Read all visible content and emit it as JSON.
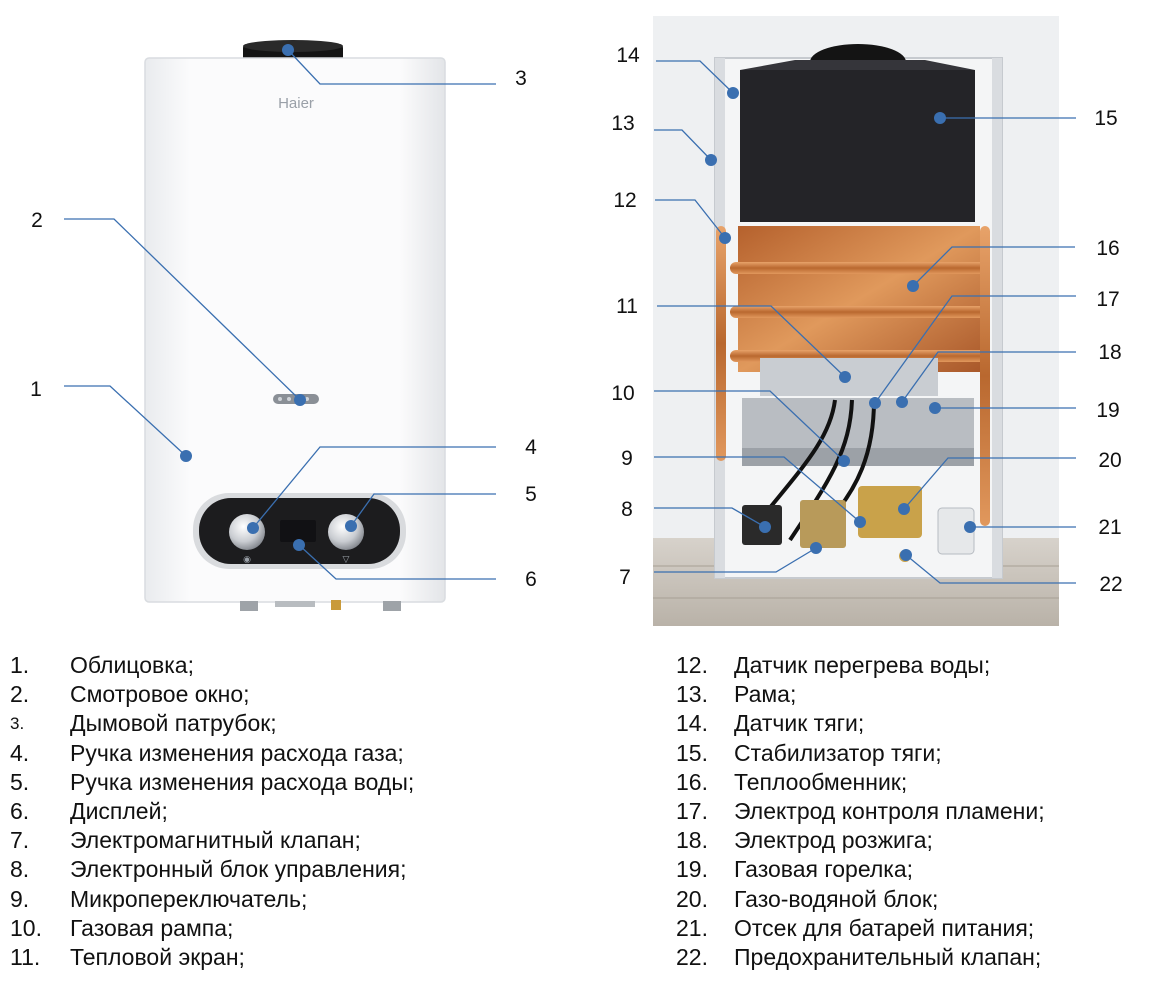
{
  "brand_label": "Haier",
  "callouts": [
    "1",
    "2",
    "3",
    "4",
    "5",
    "6",
    "7",
    "8",
    "9",
    "10",
    "11",
    "12",
    "13",
    "14",
    "15",
    "16",
    "17",
    "18",
    "19",
    "20",
    "21",
    "22"
  ],
  "legend": [
    {
      "num": "1.",
      "text": "Облицовка;"
    },
    {
      "num": "2.",
      "text": "Смотровое окно;"
    },
    {
      "num": "3.",
      "text": "Дымовой патрубок;"
    },
    {
      "num": "4.",
      "text": "Ручка изменения расхода газа;"
    },
    {
      "num": "5.",
      "text": "Ручка изменения расхода воды;"
    },
    {
      "num": "6.",
      "text": "Дисплей;"
    },
    {
      "num": "7.",
      "text": "Электромагнитный клапан;"
    },
    {
      "num": "8.",
      "text": "Электронный блок управления;"
    },
    {
      "num": "9.",
      "text": "Микропереключатель;"
    },
    {
      "num": "10.",
      "text": "Газовая рампа;"
    },
    {
      "num": "11.",
      "text": "Тепловой экран;"
    },
    {
      "num": "12.",
      "text": "Датчик перегрева воды;"
    },
    {
      "num": "13.",
      "text": "Рама;"
    },
    {
      "num": "14.",
      "text": "Датчик тяги;"
    },
    {
      "num": "15.",
      "text": "Стабилизатор тяги;"
    },
    {
      "num": "16.",
      "text": "Теплообменник;"
    },
    {
      "num": "17.",
      "text": "Электрод контроля пламени;"
    },
    {
      "num": "18.",
      "text": "Электрод розжига;"
    },
    {
      "num": "19.",
      "text": "Газовая горелка;"
    },
    {
      "num": "20.",
      "text": "Газо-водяной блок;"
    },
    {
      "num": "21.",
      "text": "Отсек для батарей питания;"
    },
    {
      "num": "22.",
      "text": "Предохранительный клапан;"
    }
  ],
  "colors": {
    "leader": "#3a6fb0",
    "copper": "#c8763f",
    "casing": "#f6f7f8",
    "panel": "#1c1c1e"
  }
}
